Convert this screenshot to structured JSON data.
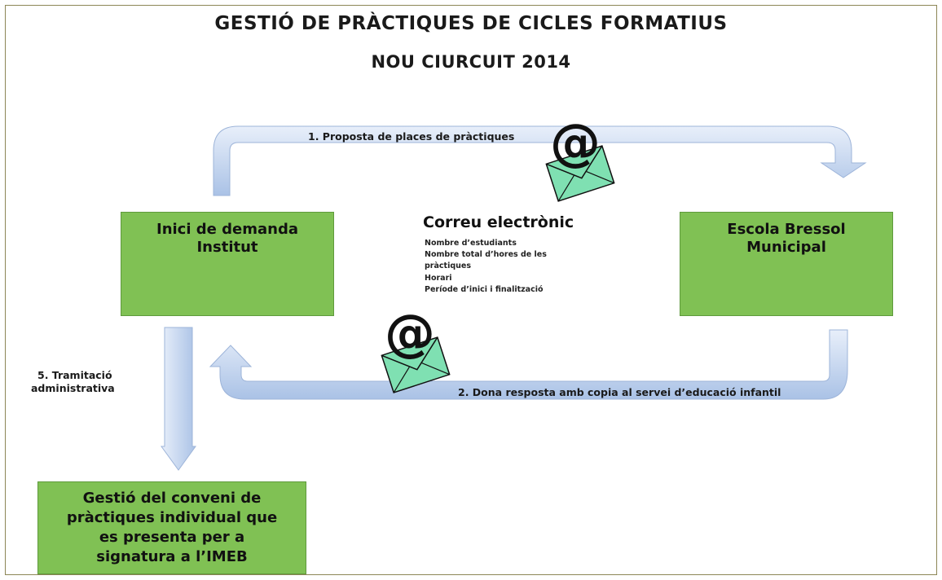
{
  "title": "GESTIÓ DE PRÀCTIQUES DE CICLES FORMATIUS",
  "subtitle": "NOU CIURCUIT 2014",
  "boxes": {
    "institut": {
      "line1": "Inici de demanda",
      "line2": "Institut"
    },
    "escola": {
      "line1": "Escola Bressol",
      "line2": "Municipal"
    },
    "conveni": {
      "line1": "Gestió del conveni de",
      "line2": "pràctiques individual que",
      "line3": "es presenta per a",
      "line4": "signatura a l’IMEB"
    }
  },
  "arrows": {
    "step1": "1. Proposta de places de pràctiques",
    "step2": "2. Dona resposta amb copia al servei d’educació infantil",
    "step5_line1": "5. Tramitació",
    "step5_line2": "administrativa"
  },
  "email_info": {
    "title": "Correu electrònic",
    "items": [
      "Nombre d’estudiants",
      "Nombre total d’hores de les",
      "pràctiques",
      "Horari",
      "Període d’inici i finalització"
    ]
  },
  "icons": {
    "email_top": "email-envelope-icon",
    "email_bottom": "email-envelope-icon"
  },
  "colors": {
    "box_fill": "#80c154",
    "arrow_fill": "#c9d9f1",
    "envelope_fill": "#7fe0b2"
  }
}
